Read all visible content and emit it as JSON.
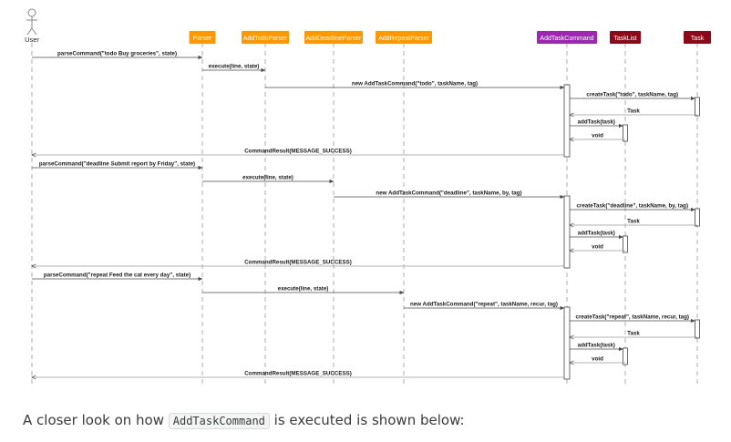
{
  "participants": [
    {
      "id": "user",
      "label": "User",
      "kind": "actor"
    },
    {
      "id": "parser",
      "label": "Parser",
      "kind": "box",
      "color": "#ff9800"
    },
    {
      "id": "addtodo",
      "label": "AddTodoParser",
      "kind": "box",
      "color": "#ff9800"
    },
    {
      "id": "adddeadline",
      "label": "AddDeadlineParser",
      "kind": "box",
      "color": "#ff9800"
    },
    {
      "id": "addrepeat",
      "label": "AddRepeatParser",
      "kind": "box",
      "color": "#ff9800"
    },
    {
      "id": "addtaskcmd",
      "label": "AddTaskCommand",
      "kind": "box",
      "color": "#9c27b0"
    },
    {
      "id": "tasklist",
      "label": "TaskList",
      "kind": "box",
      "color": "#8b0a1a"
    },
    {
      "id": "task",
      "label": "Task",
      "kind": "box",
      "color": "#8b0a1a"
    }
  ],
  "messages": [
    {
      "from": "user",
      "to": "parser",
      "label": "parseCommand(\"todo Buy groceries\", state)",
      "type": "sync"
    },
    {
      "from": "parser",
      "to": "addtodo",
      "label": "execute(line, state)",
      "type": "sync"
    },
    {
      "from": "addtodo",
      "to": "addtaskcmd",
      "label": "new AddTaskCommand(\"todo\", taskName, tag)",
      "type": "sync"
    },
    {
      "from": "addtaskcmd",
      "to": "task",
      "label": "createTask(\"todo\", taskName, tag)",
      "type": "sync"
    },
    {
      "from": "task",
      "to": "addtaskcmd",
      "label": "Task",
      "type": "return"
    },
    {
      "from": "addtaskcmd",
      "to": "tasklist",
      "label": "addTask(task)",
      "type": "sync"
    },
    {
      "from": "tasklist",
      "to": "addtaskcmd",
      "label": "void",
      "type": "return"
    },
    {
      "from": "addtaskcmd",
      "to": "user",
      "label": "CommandResult(MESSAGE_SUCCESS)",
      "type": "return"
    },
    {
      "from": "user",
      "to": "parser",
      "label": "parseCommand(\"deadline Submit report by Friday\", state)",
      "type": "sync"
    },
    {
      "from": "parser",
      "to": "adddeadline",
      "label": "execute(line, state)",
      "type": "sync"
    },
    {
      "from": "adddeadline",
      "to": "addtaskcmd",
      "label": "new AddTaskCommand(\"deadline\", taskName, by, tag)",
      "type": "sync"
    },
    {
      "from": "addtaskcmd",
      "to": "task",
      "label": "createTask(\"deadline\", taskName, by, tag)",
      "type": "sync"
    },
    {
      "from": "task",
      "to": "addtaskcmd",
      "label": "Task",
      "type": "return"
    },
    {
      "from": "addtaskcmd",
      "to": "tasklist",
      "label": "addTask(task)",
      "type": "sync"
    },
    {
      "from": "tasklist",
      "to": "addtaskcmd",
      "label": "void",
      "type": "return"
    },
    {
      "from": "addtaskcmd",
      "to": "user",
      "label": "CommandResult(MESSAGE_SUCCESS)",
      "type": "return"
    },
    {
      "from": "user",
      "to": "parser",
      "label": "parseCommand(\"repeat Feed the cat every day\", state)",
      "type": "sync"
    },
    {
      "from": "parser",
      "to": "addrepeat",
      "label": "execute(line, state)",
      "type": "sync"
    },
    {
      "from": "addrepeat",
      "to": "addtaskcmd",
      "label": "new AddTaskCommand(\"repeat\", taskName, recur, tag)",
      "type": "sync"
    },
    {
      "from": "addtaskcmd",
      "to": "task",
      "label": "createTask(\"repeat\", taskName, recur, tag)",
      "type": "sync"
    },
    {
      "from": "task",
      "to": "addtaskcmd",
      "label": "Task",
      "type": "return"
    },
    {
      "from": "addtaskcmd",
      "to": "tasklist",
      "label": "addTask(task)",
      "type": "sync"
    },
    {
      "from": "tasklist",
      "to": "addtaskcmd",
      "label": "void",
      "type": "return"
    },
    {
      "from": "addtaskcmd",
      "to": "user",
      "label": "CommandResult(MESSAGE_SUCCESS)",
      "type": "return"
    }
  ],
  "caption": {
    "before": "A closer look on how ",
    "code": "AddTaskCommand",
    "after": " is executed is shown below:"
  }
}
